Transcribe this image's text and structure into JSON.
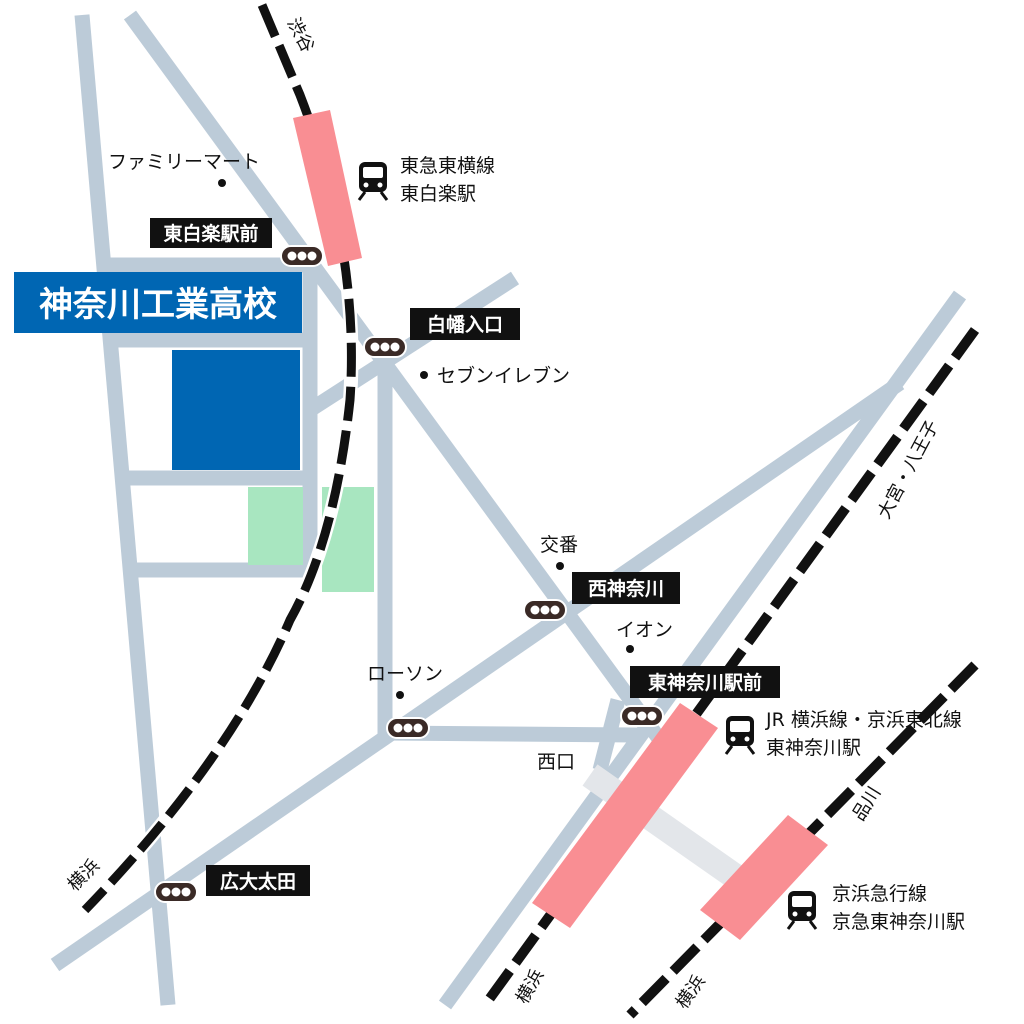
{
  "title": "神奈川工業高校",
  "colors": {
    "road": "#bccbd8",
    "rail": "#111111",
    "platform": "#f98e93",
    "school": "#0066b3",
    "green": "#a8e6c0",
    "connector": "#e3e6ea"
  },
  "intersections": {
    "higashi_hakuraku_ekimae": "東白楽駅前",
    "hakuba_iriguchi": "白幡入口",
    "nishi_kanagawa": "西神奈川",
    "higashi_kanagawa_ekimae": "東神奈川駅前",
    "kodai_ota": "広大太田"
  },
  "landmarks": {
    "familymart": "ファミリーマート",
    "seven_eleven": "セブンイレブン",
    "police_box": "交番",
    "aeon": "イオン",
    "lawson": "ローソン",
    "west_exit": "西口"
  },
  "stations": {
    "tokyu": {
      "line": "東急東横線",
      "name": "東白楽駅"
    },
    "jr": {
      "line": "JR 横浜線・京浜東北線",
      "name": "東神奈川駅"
    },
    "keikyu": {
      "line": "京浜急行線",
      "name": "京急東神奈川駅"
    }
  },
  "directions": {
    "shibuya": "渋谷",
    "yokohama_tokyu": "横浜",
    "yokohama_jr": "横浜",
    "yokohama_keikyu": "横浜",
    "omiya_hachioji": "大宮・八王子",
    "shinagawa": "品川"
  }
}
